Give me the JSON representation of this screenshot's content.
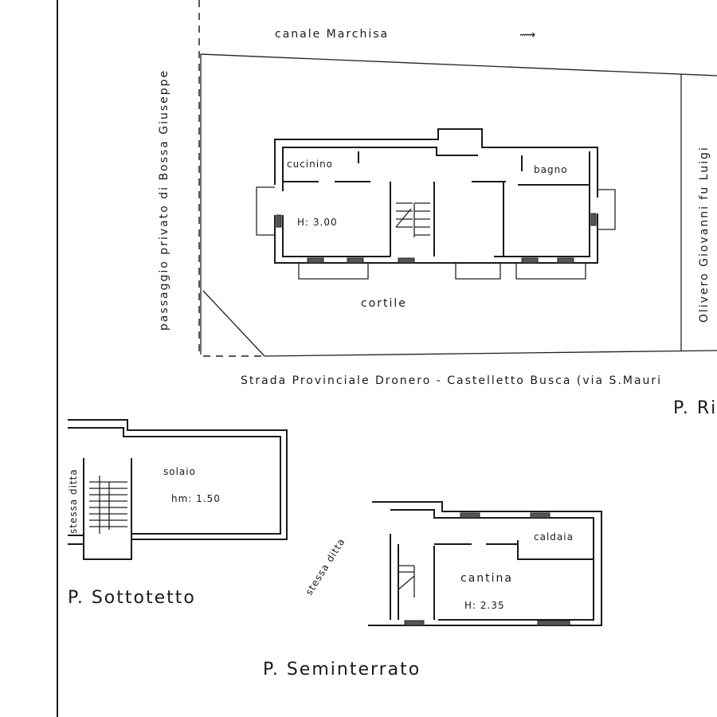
{
  "title_labels": {
    "canal": "canale   Marchisa",
    "canal_arrow": "⟿",
    "left_neighbor": "passaggio privato di Bossa Giuseppe",
    "right_neighbor": "Olivero Giovanni fu Luigi",
    "road": "Strada  Provinciale  Dronero - Castelletto Busca  (via S.Mauri",
    "courtyard": "cortile"
  },
  "floors": {
    "ground": {
      "title": "P. Ri",
      "rooms": {
        "kitchen": "cucinino",
        "bathroom": "bagno",
        "height": "H: 3.00"
      }
    },
    "attic": {
      "title": "P. Sottotetto",
      "rooms": {
        "attic": "solaio",
        "height": "hm: 1.50"
      },
      "neighbor": "stessa ditta"
    },
    "basement": {
      "title": "P. Seminterrato",
      "rooms": {
        "cellar": "cantina",
        "boiler": "caldaia",
        "height": "H: 2.35"
      },
      "neighbor": "stessa ditta"
    }
  }
}
